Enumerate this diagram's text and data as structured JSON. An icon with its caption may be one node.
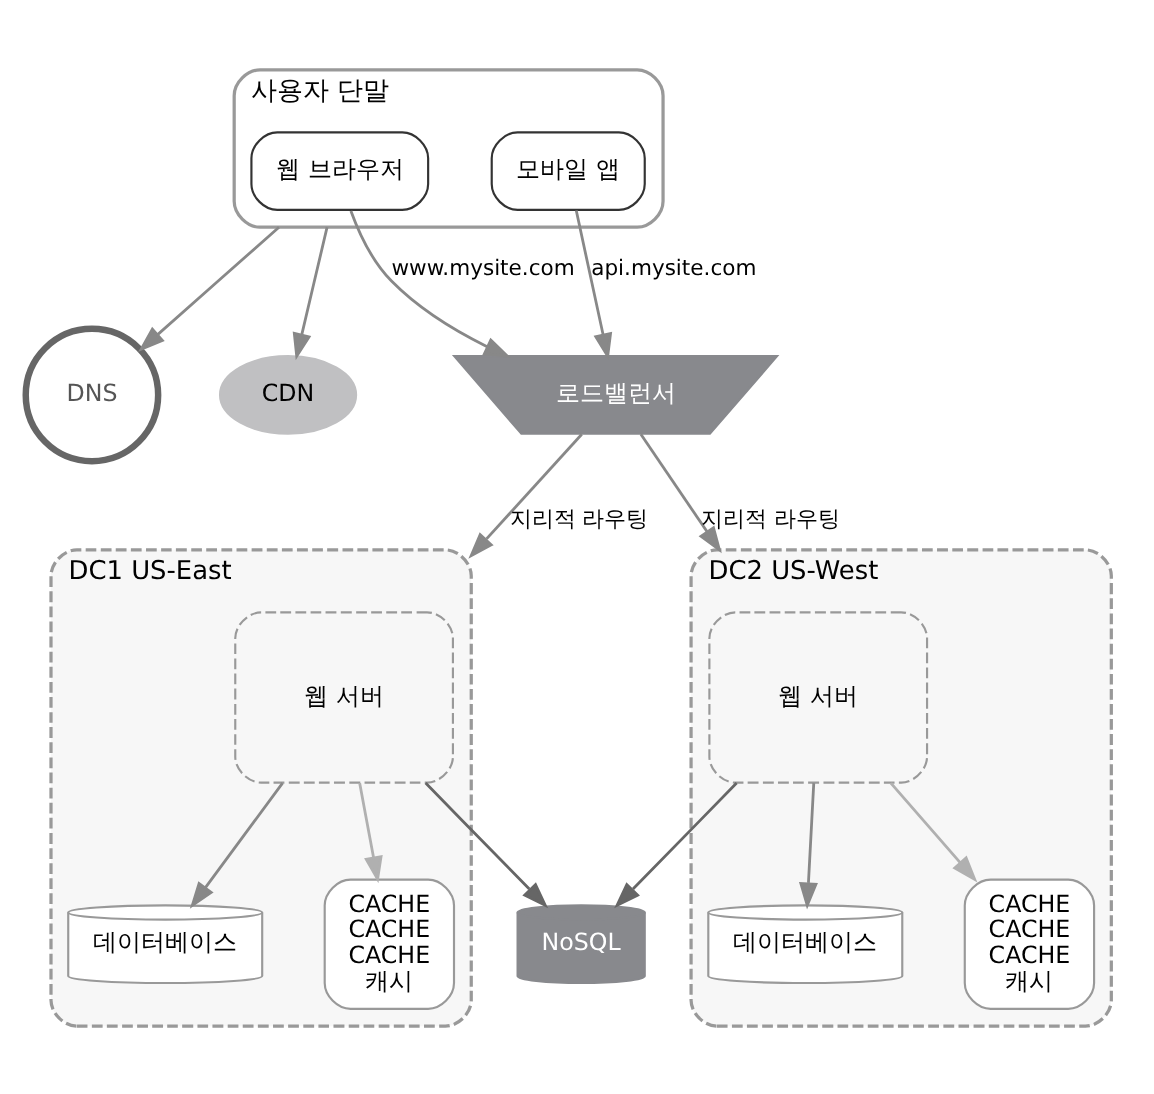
{
  "diagram": {
    "nodes": [
      {
        "text": [
          "사용자 단말"
        ]
      },
      {
        "text": [
          "웹 브라우저"
        ],
        "in": 0
      },
      {
        "text": [
          "모바일 앱"
        ],
        "in": 0
      },
      {
        "text": [
          "DNS"
        ]
      },
      {
        "text": [
          "CDN"
        ]
      },
      {
        "text": [
          "로드밸런서"
        ]
      },
      {
        "text": [
          "DC1 US-East"
        ]
      },
      {
        "text": [
          "웹 서버"
        ],
        "in": 6
      },
      {
        "text": [
          "데이터베이스"
        ],
        "in": 6
      },
      {
        "text": [
          "CACHE",
          "CACHE",
          "CACHE",
          "캐시"
        ],
        "in": 6
      },
      {
        "text": [
          "DC2 US-West"
        ]
      },
      {
        "text": [
          "웹 서버"
        ],
        "in": 10
      },
      {
        "text": [
          "데이터베이스"
        ],
        "in": 10
      },
      {
        "text": [
          "CACHE",
          "CACHE",
          "CACHE",
          "캐시"
        ],
        "in": 10
      },
      {
        "text": [
          "NoSQL"
        ]
      }
    ],
    "edges": [
      {
        "from": 0,
        "to": 3,
        "arrow": "to"
      },
      {
        "from": 0,
        "to": 4,
        "arrow": "to"
      },
      {
        "from": 1,
        "to": 5,
        "arrow": "to",
        "label": "www.mysite.com"
      },
      {
        "from": 2,
        "to": 5,
        "arrow": "to",
        "label": "api.mysite.com"
      },
      {
        "from": 5,
        "to": 6,
        "arrow": "to",
        "label": "지리적 라우팅"
      },
      {
        "from": 5,
        "to": 10,
        "arrow": "to",
        "label": "지리적 라우팅"
      },
      {
        "from": 7,
        "to": 8,
        "arrow": "to"
      },
      {
        "from": 7,
        "to": 9,
        "arrow": "to",
        "color": "#b0b0b0"
      },
      {
        "from": 7,
        "to": 14,
        "arrow": "to",
        "color": "#666666"
      },
      {
        "from": 11,
        "to": 12,
        "arrow": "to"
      },
      {
        "from": 11,
        "to": 13,
        "arrow": "to",
        "color": "#b0b0b0"
      },
      {
        "from": 11,
        "to": 14,
        "arrow": "to",
        "color": "#666666"
      }
    ]
  }
}
